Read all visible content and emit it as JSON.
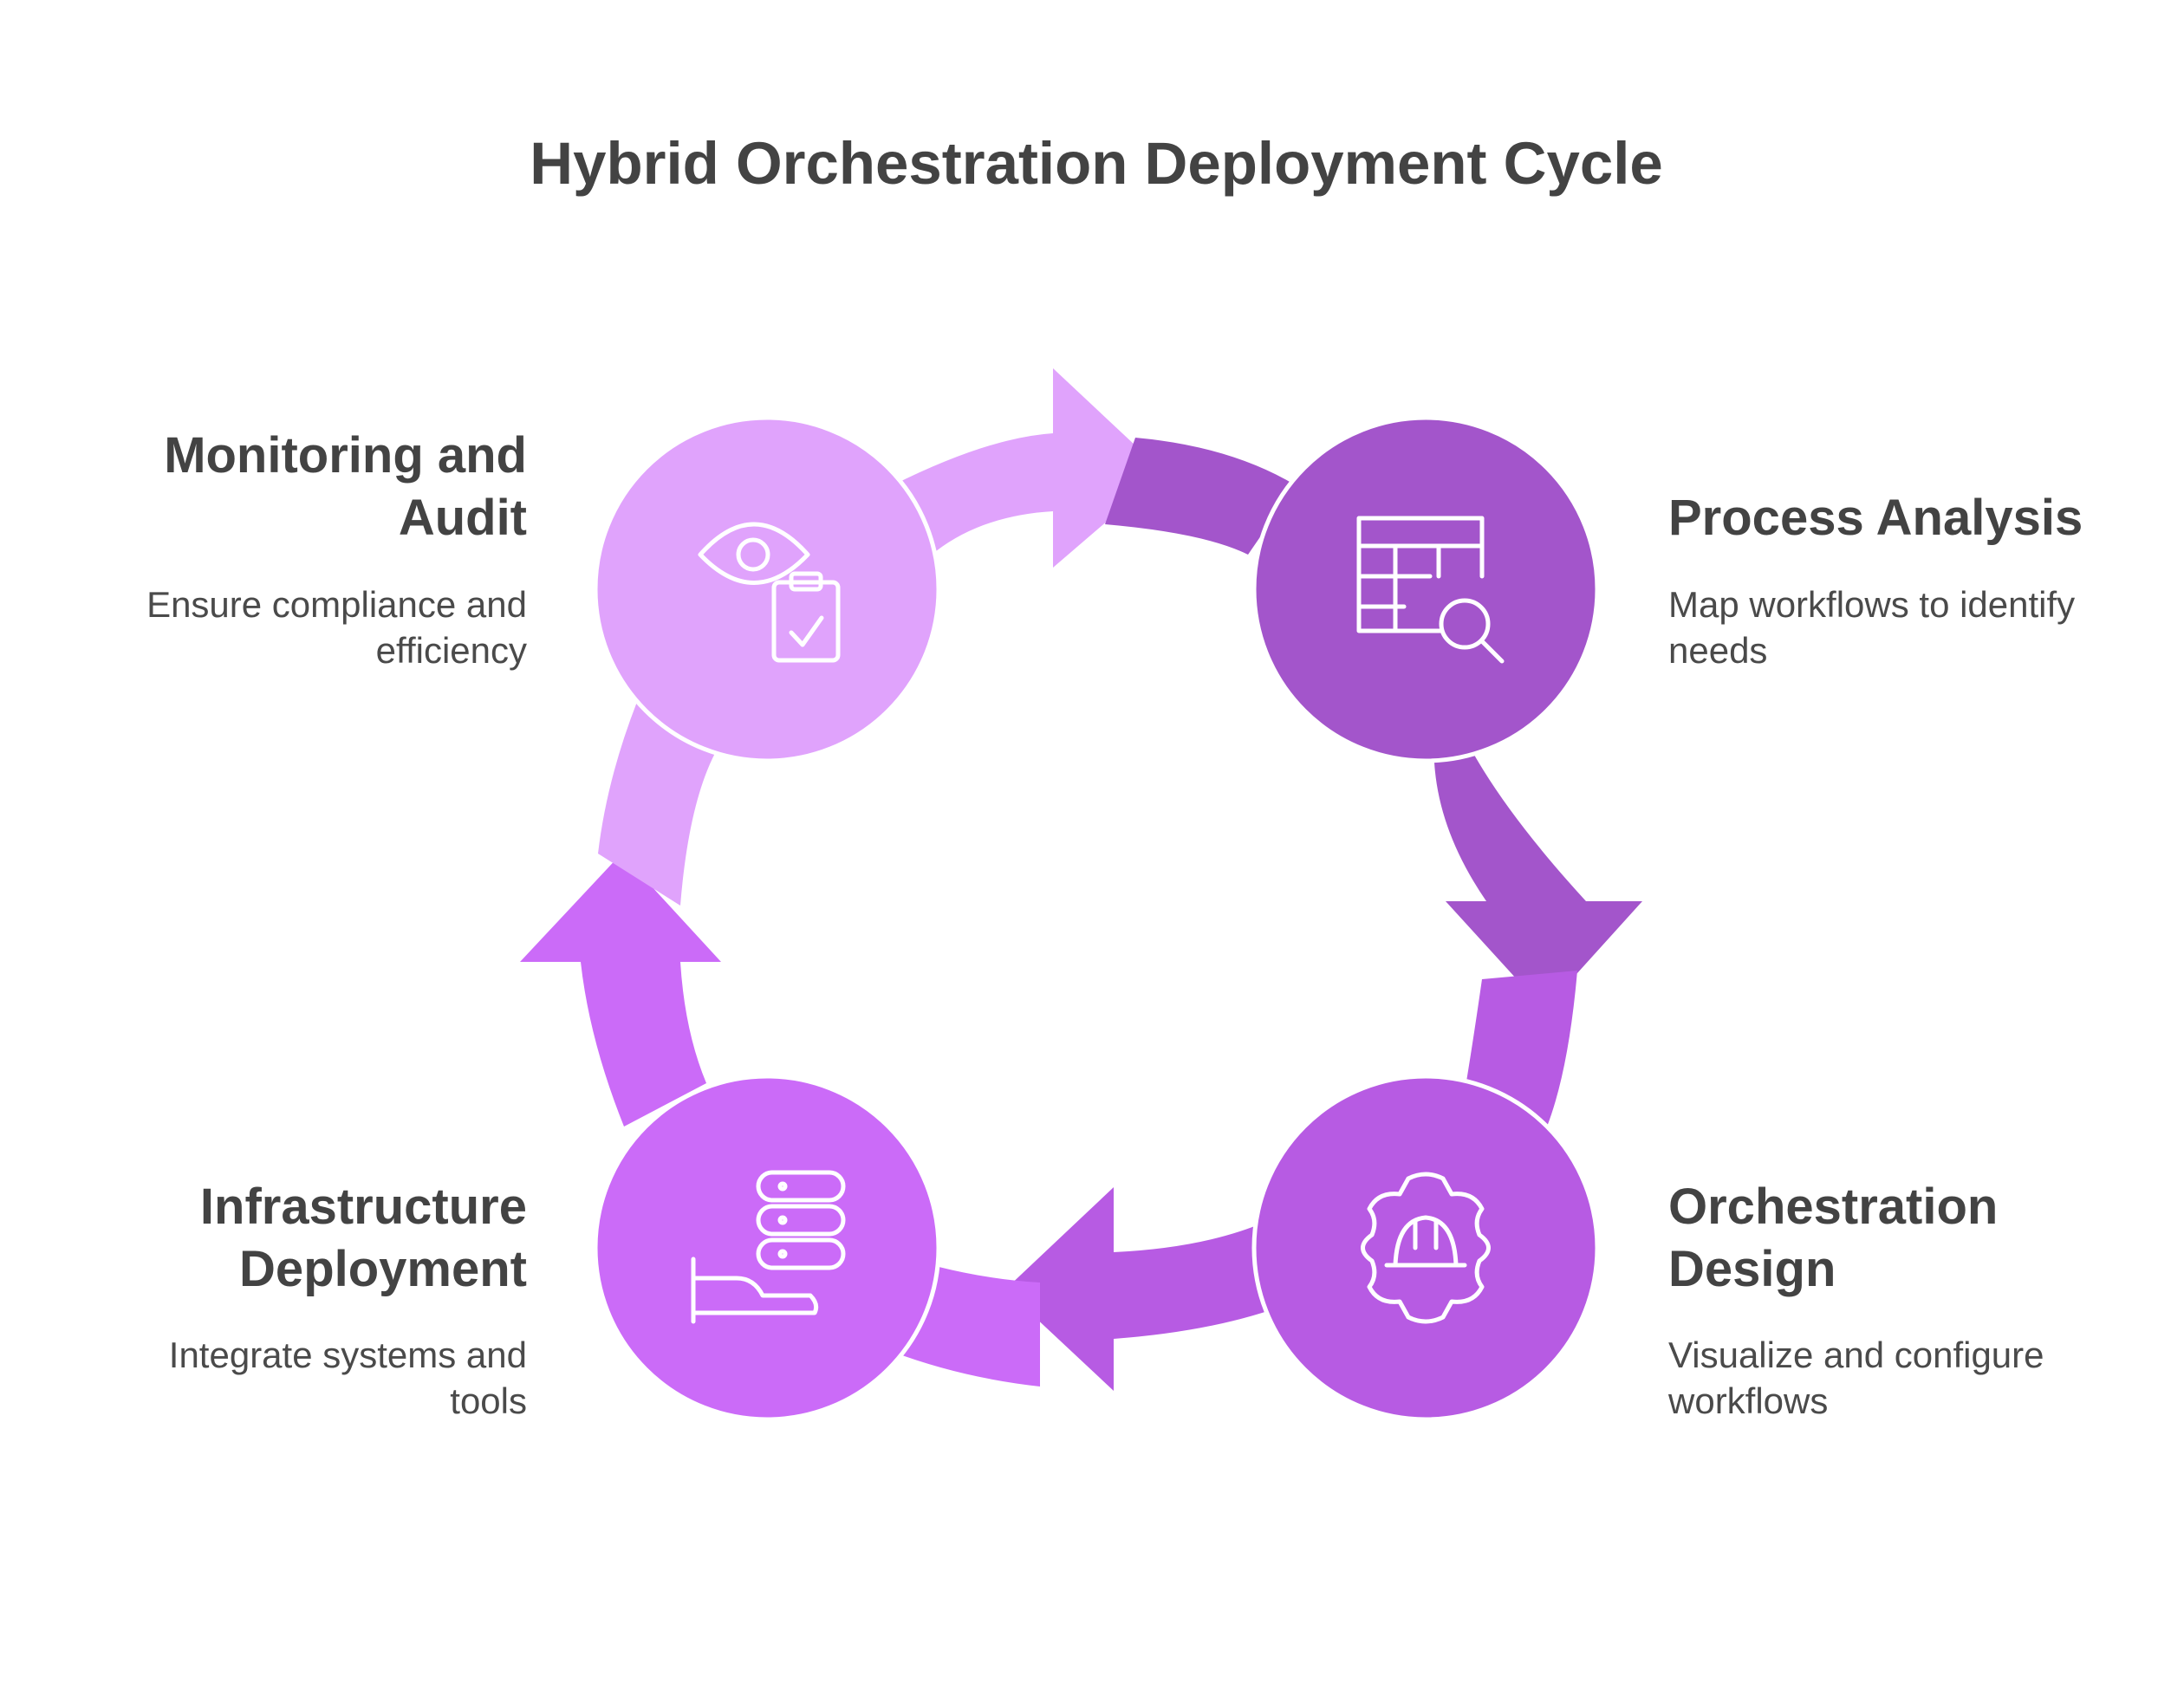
{
  "title": "Hybrid Orchestration Deployment Cycle",
  "colors": {
    "monitoring": "#E0A3FC",
    "process": "#A355CB",
    "orchestration": "#B75BE3",
    "infrastructure": "#CB6BF8",
    "text_dark": "#434343",
    "background": "#FFFFFF"
  },
  "steps": [
    {
      "id": "monitoring",
      "title_lines": [
        "Monitoring and",
        "Audit"
      ],
      "desc_lines": [
        "Ensure compliance and",
        "efficiency"
      ],
      "icon": "eye-clipboard-icon"
    },
    {
      "id": "process",
      "title_lines": [
        "Process Analysis"
      ],
      "desc_lines": [
        "Map workflows to identify",
        "needs"
      ],
      "icon": "table-search-icon"
    },
    {
      "id": "orchestration",
      "title_lines": [
        "Orchestration",
        "Design"
      ],
      "desc_lines": [
        "Visualize and configure",
        "workflows"
      ],
      "icon": "gear-hardhat-icon"
    },
    {
      "id": "infrastructure",
      "title_lines": [
        "Infrastructure",
        "Deployment"
      ],
      "desc_lines": [
        "Integrate systems and",
        "tools"
      ],
      "icon": "hand-server-icon"
    }
  ]
}
